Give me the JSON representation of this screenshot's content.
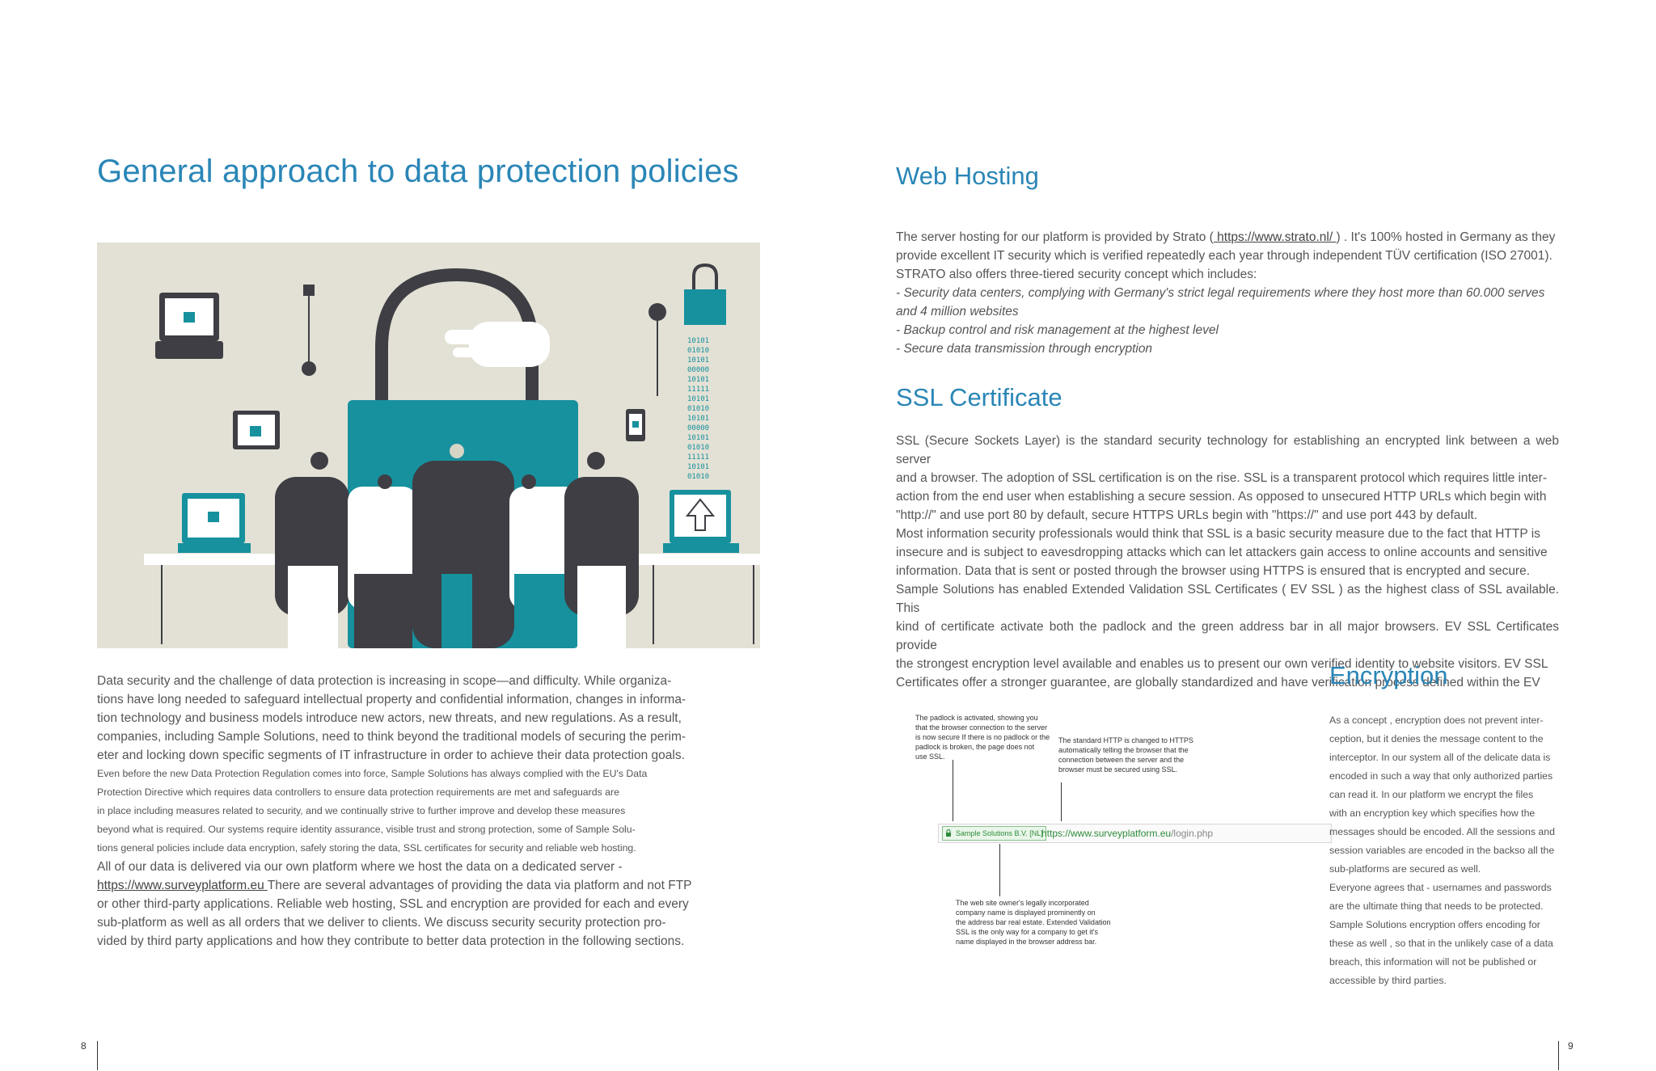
{
  "left_page": {
    "title": "General approach to data protection policies",
    "body_lines": [
      "Data security and the challenge of data protection is increasing in scope—and difficulty. While organiza-",
      "tions have long needed to safeguard intellectual property and confidential information, changes in informa-",
      "tion technology and business models introduce new actors, new threats, and new regulations. As a result,",
      "companies, including Sample Solutions, need to think beyond the traditional models of securing the perim-",
      "eter and locking down specific segments of IT infrastructure in order to achieve their data protection goals.",
      "Even before the new Data Protection Regulation comes into force, Sample Solutions has always complied with the EU's Data",
      "Protection Directive which requires data controllers to ensure data protection requirements are met and safeguards are",
      "in place including measures related to security, and we continually strive to further improve and develop these measures",
      "beyond what is required. Our systems require identity assurance, visible trust and strong protection, some of Sample Solu-",
      "tions general policies include data encryption, safely storing the data, SSL certificates for security and reliable web hosting.",
      "All of our data is delivered via our own platform where we host the data on a dedicated server -"
    ],
    "body_link": "https://www.surveyplatform.eu ",
    "body_link_tail": "There are several advantages of providing the data via platform and not FTP",
    "body_lines_after": [
      "or other third-party applications. Reliable web hosting, SSL and encryption are provided for each and every",
      "sub-platform as well as all orders that we deliver to clients. We discuss security security protection pro-",
      "vided by third party applications  and how they contribute to better data protection in the following sections."
    ],
    "page_number": "8"
  },
  "right_page": {
    "web_hosting": {
      "title": "Web Hosting",
      "line1_pre": "The server hosting for our platform is provided by Strato (",
      "line1_link": " https://www.strato.nl/ ",
      "line1_post": ") . It's 100% hosted in Germany as they",
      "line2": "provide excellent IT security which is verified repeatedly each year through independent TÜV certification (ISO 27001).",
      "line3": "STRATO also offers three-tiered security concept which includes:",
      "bullets": [
        "- Security data centers, complying with Germany's strict legal requirements where they host more than 60.000 serves",
        "and 4 million websites",
        "- Backup control and risk management at the highest level",
        "- Secure data transmission through encryption"
      ]
    },
    "ssl": {
      "title": "SSL Certificate",
      "lines": [
        "SSL (Secure Sockets Layer) is the standard security technology for establishing an encrypted link between a web server",
        "and a browser. The adoption of SSL certification is on the rise. SSL is a transparent protocol which requires little inter-",
        "action from the end user when establishing a secure session.  As opposed to unsecured HTTP URLs which begin with",
        "\"http://\" and use port 80 by default, secure HTTPS URLs begin with \"https://\" and use port 443 by default.",
        "Most information security professionals would think that SSL is a basic security measure due to the fact that HTTP is",
        "insecure and is subject to eavesdropping attacks which can let attackers gain access to online accounts and sensitive",
        "information. Data that is sent or posted through the browser using HTTPS is ensured that  is encrypted and secure.",
        "Sample Solutions has enabled Extended Validation SSL Certificates ( EV SSL ) as the highest class of SSL available. This",
        "kind of certificate activate both the padlock and the green address bar in all major browsers. EV SSL Certificates provide",
        "the strongest encryption level available and enables us to present our own verified identity to website visitors. EV SSL",
        "Certificates offer a stronger guarantee, are globally standardized and have verification process defined within the EV"
      ]
    },
    "diagram": {
      "caption_padlock": [
        "The padlock is activated, showing you",
        "that the browser connection to the server",
        "is now secure If there is no padlock or the",
        "padlock is broken, the page does not",
        "use SSL."
      ],
      "caption_https": [
        "The standard HTTP is changed to HTTPS",
        "automatically telling the browser that the",
        "connection between the server and the",
        "browser must be secured using SSL."
      ],
      "caption_owner": [
        "The web site owner's legally incorporated",
        "company name is displayed prominently on",
        "the address bar real estate. Extended Validation",
        "SSL is the only way for a company to get it's",
        "name displayed in the browser address bar."
      ],
      "ev_label": "Sample Solutions B.V. [NL]",
      "url_main": "https://www.surveyplatform.eu",
      "url_path": "/login.php"
    },
    "encryption": {
      "title": "Encryption",
      "lines": [
        "As a concept , encryption does not prevent inter-",
        "ception, but it denies the message content to the",
        "interceptor.  In our system all of the delicate data is",
        "encoded in such a way that only authorized parties",
        "can read it.  In our platform we encrypt the files",
        "with an encryption key which specifies how the",
        "messages should be encoded. All the sessions and",
        "session variables are encoded in the backso all the",
        "sub-platforms are secured as well.",
        "Everyone agrees that - usernames and passwords",
        "are the ultimate thing that needs to be protected.",
        "Sample Solutions encryption offers encoding for",
        "these as well , so that in the unlikely case of a data",
        "breach, this information will not be published or",
        "accessible by third parties."
      ]
    },
    "page_number": "9"
  },
  "colors": {
    "heading": "#2a86b7",
    "teal": "#17919e",
    "dark": "#3e3e44",
    "illustration_bg": "#e3e1d5"
  }
}
